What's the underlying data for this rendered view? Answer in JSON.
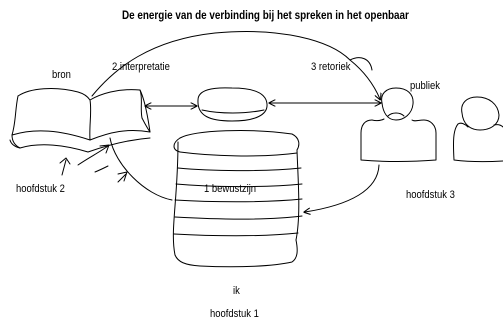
{
  "title": "De energie van de verbinding bij het spreken in het openbaar",
  "labels": {
    "bron": "bron",
    "interpretatie": "2 interpretatie",
    "retoriek": "3 retoriek",
    "publiek": "publiek",
    "hoofdstuk2": "hoofdstuk 2",
    "bewustzijn": "1 bewustzijn",
    "hoofdstuk3": "hoofdstuk 3",
    "ik": "ik",
    "hoofdstuk1": "hoofdstuk 1"
  },
  "colors": {
    "ink": "#000000",
    "background": "#ffffff"
  }
}
